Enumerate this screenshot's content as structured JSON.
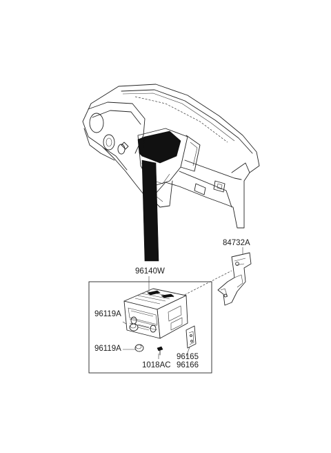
{
  "parts": [
    {
      "id": "p-96140w",
      "number": "96140W"
    },
    {
      "id": "p-84732a",
      "number": "84732A"
    },
    {
      "id": "p-96119a-top",
      "number": "96119A"
    },
    {
      "id": "p-96119a-bottom",
      "number": "96119A"
    },
    {
      "id": "p-1018ac",
      "number": "1018AC"
    },
    {
      "id": "p-96165",
      "number": "96165"
    },
    {
      "id": "p-96166",
      "number": "96166"
    }
  ]
}
